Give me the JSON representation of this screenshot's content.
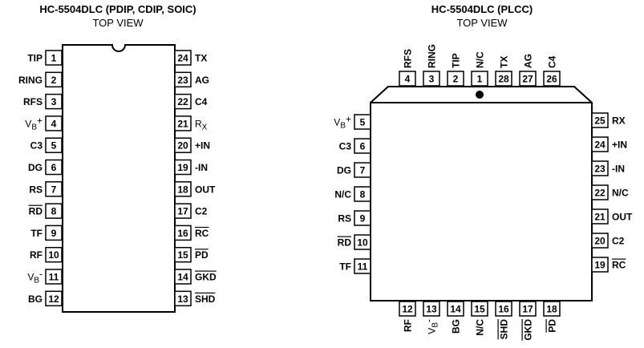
{
  "dip": {
    "title": "HC-5504DLC (PDIP, CDIP, SOIC)",
    "subtitle": "TOP VIEW",
    "left_pins": [
      {
        "num": "1",
        "label": "TIP"
      },
      {
        "num": "2",
        "label": "RING"
      },
      {
        "num": "3",
        "label": "RFS"
      },
      {
        "num": "4",
        "label": "V",
        "sub": "B",
        "sup": "+"
      },
      {
        "num": "5",
        "label": "C3"
      },
      {
        "num": "6",
        "label": "DG"
      },
      {
        "num": "7",
        "label": "RS"
      },
      {
        "num": "8",
        "label": "RD",
        "overline": true
      },
      {
        "num": "9",
        "label": "TF"
      },
      {
        "num": "10",
        "label": "RF"
      },
      {
        "num": "11",
        "label": "V",
        "sub": "B",
        "sup": "-"
      },
      {
        "num": "12",
        "label": "BG"
      }
    ],
    "right_pins": [
      {
        "num": "24",
        "label": "TX"
      },
      {
        "num": "23",
        "label": "AG"
      },
      {
        "num": "22",
        "label": "C4"
      },
      {
        "num": "21",
        "label": "R",
        "sub": "X"
      },
      {
        "num": "20",
        "label": "+IN"
      },
      {
        "num": "19",
        "label": "-IN"
      },
      {
        "num": "18",
        "label": "OUT"
      },
      {
        "num": "17",
        "label": "C2"
      },
      {
        "num": "16",
        "label": "RC",
        "overline": true
      },
      {
        "num": "15",
        "label": "PD",
        "overline": true
      },
      {
        "num": "14",
        "label": "GKD",
        "overline": true
      },
      {
        "num": "13",
        "label": "SHD",
        "overline": true
      }
    ]
  },
  "plcc": {
    "title": "HC-5504DLC (PLCC)",
    "subtitle": "TOP VIEW",
    "top_pins": [
      {
        "num": "4",
        "label": "RFS"
      },
      {
        "num": "3",
        "label": "RING"
      },
      {
        "num": "2",
        "label": "TIP"
      },
      {
        "num": "1",
        "label": "N/C"
      },
      {
        "num": "28",
        "label": "TX"
      },
      {
        "num": "27",
        "label": "AG"
      },
      {
        "num": "26",
        "label": "C4"
      }
    ],
    "left_pins": [
      {
        "num": "5",
        "label": "V",
        "sub": "B",
        "sup": "+"
      },
      {
        "num": "6",
        "label": "C3"
      },
      {
        "num": "7",
        "label": "DG"
      },
      {
        "num": "8",
        "label": "N/C"
      },
      {
        "num": "9",
        "label": "RS"
      },
      {
        "num": "10",
        "label": "RD",
        "overline": true
      },
      {
        "num": "11",
        "label": "TF"
      }
    ],
    "right_pins": [
      {
        "num": "25",
        "label": "RX"
      },
      {
        "num": "24",
        "label": "+IN"
      },
      {
        "num": "23",
        "label": "-IN"
      },
      {
        "num": "22",
        "label": "N/C"
      },
      {
        "num": "21",
        "label": "OUT"
      },
      {
        "num": "20",
        "label": "C2"
      },
      {
        "num": "19",
        "label": "RC",
        "overline": true
      }
    ],
    "bottom_pins": [
      {
        "num": "12",
        "label": "RF"
      },
      {
        "num": "13",
        "label": "V",
        "sub": "B",
        "sup": "-"
      },
      {
        "num": "14",
        "label": "BG"
      },
      {
        "num": "15",
        "label": "N/C"
      },
      {
        "num": "16",
        "label": "SHD",
        "overline": true
      },
      {
        "num": "17",
        "label": "GKD",
        "overline": true
      },
      {
        "num": "18",
        "label": "PD",
        "overline": true
      }
    ]
  }
}
